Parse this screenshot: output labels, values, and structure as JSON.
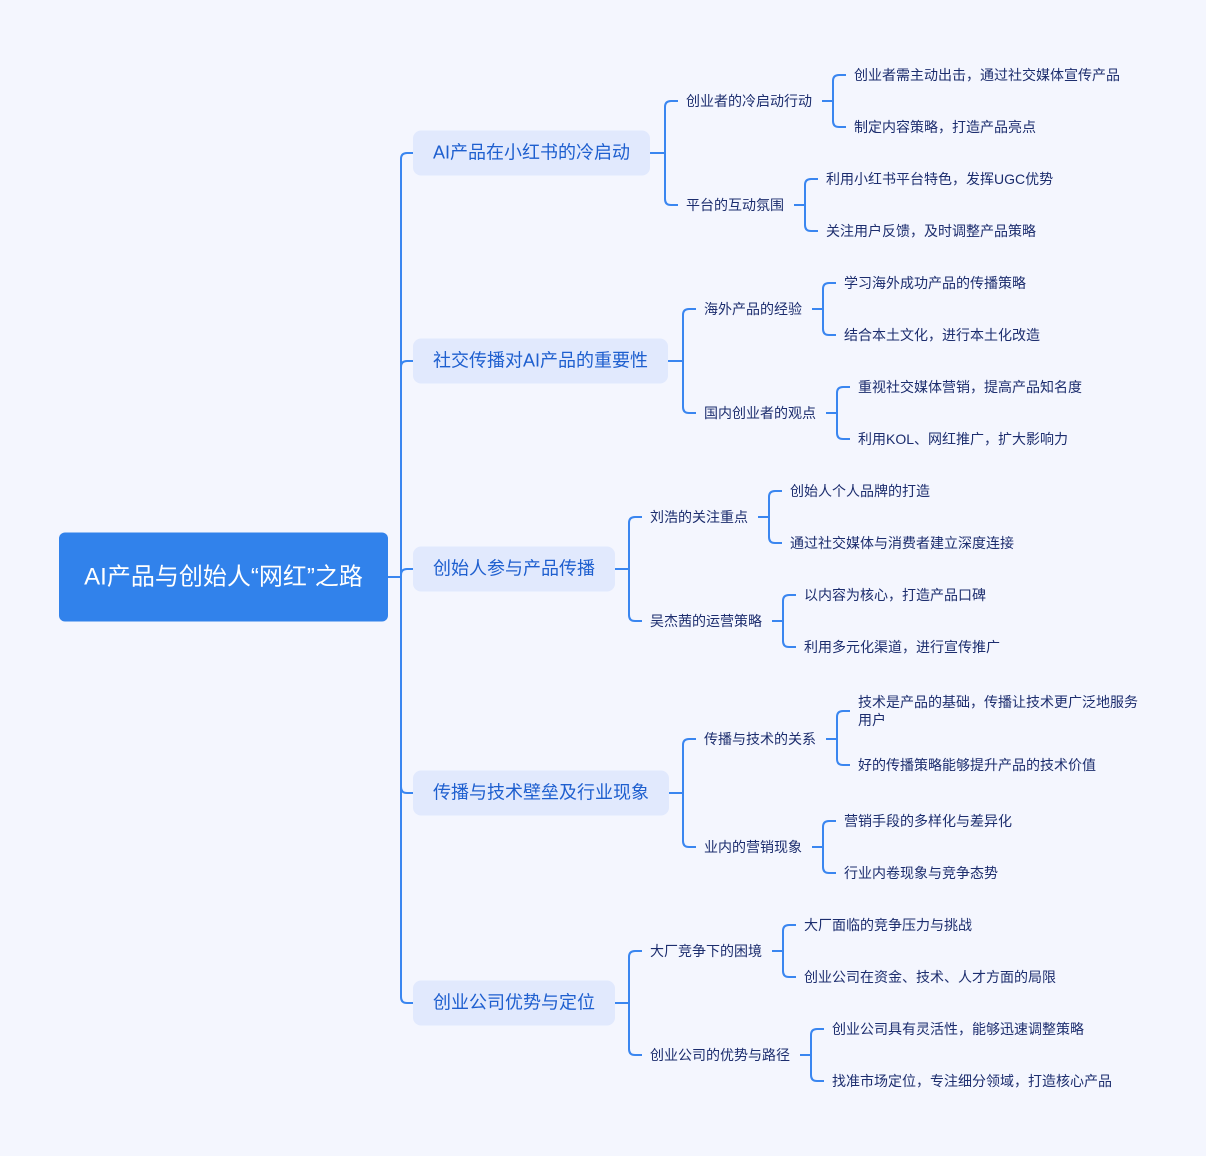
{
  "root": {
    "title": "AI产品与创始人“网红”之路"
  },
  "branches": [
    {
      "label": "AI产品在小红书的冷启动",
      "children": [
        {
          "label": "创业者的冷启动行动",
          "children": [
            "创业者需主动出击，通过社交媒体宣传产品",
            "制定内容策略，打造产品亮点"
          ]
        },
        {
          "label": "平台的互动氛围",
          "children": [
            "利用小红书平台特色，发挥UGC优势",
            "关注用户反馈，及时调整产品策略"
          ]
        }
      ]
    },
    {
      "label": "社交传播对AI产品的重要性",
      "children": [
        {
          "label": "海外产品的经验",
          "children": [
            "学习海外成功产品的传播策略",
            "结合本土文化，进行本土化改造"
          ]
        },
        {
          "label": "国内创业者的观点",
          "children": [
            "重视社交媒体营销，提高产品知名度",
            "利用KOL、网红推广，扩大影响力"
          ]
        }
      ]
    },
    {
      "label": "创始人参与产品传播",
      "children": [
        {
          "label": "刘浩的关注重点",
          "children": [
            "创始人个人品牌的打造",
            "通过社交媒体与消费者建立深度连接"
          ]
        },
        {
          "label": "吴杰茜的运营策略",
          "children": [
            "以内容为核心，打造产品口碑",
            "利用多元化渠道，进行宣传推广"
          ]
        }
      ]
    },
    {
      "label": "传播与技术壁垒及行业现象",
      "children": [
        {
          "label": "传播与技术的关系",
          "children": [
            "技术是产品的基础，传播让技术更广泛地服务用户",
            "好的传播策略能够提升产品的技术价值"
          ]
        },
        {
          "label": "业内的营销现象",
          "children": [
            "营销手段的多样化与差异化",
            "行业内卷现象与竞争态势"
          ]
        }
      ]
    },
    {
      "label": "创业公司优势与定位",
      "children": [
        {
          "label": "大厂竞争下的困境",
          "children": [
            "大厂面临的竞争压力与挑战",
            "创业公司在资金、技术、人才方面的局限"
          ]
        },
        {
          "label": "创业公司的优势与路径",
          "children": [
            "创业公司具有灵活性，能够迅速调整策略",
            "找准市场定位，专注细分领域，打造核心产品"
          ]
        }
      ]
    }
  ],
  "colors": {
    "background": "#f4f6fe",
    "root": "#3182eb",
    "branch_fill": "#e1e9fd",
    "line": "#3a86f0"
  }
}
